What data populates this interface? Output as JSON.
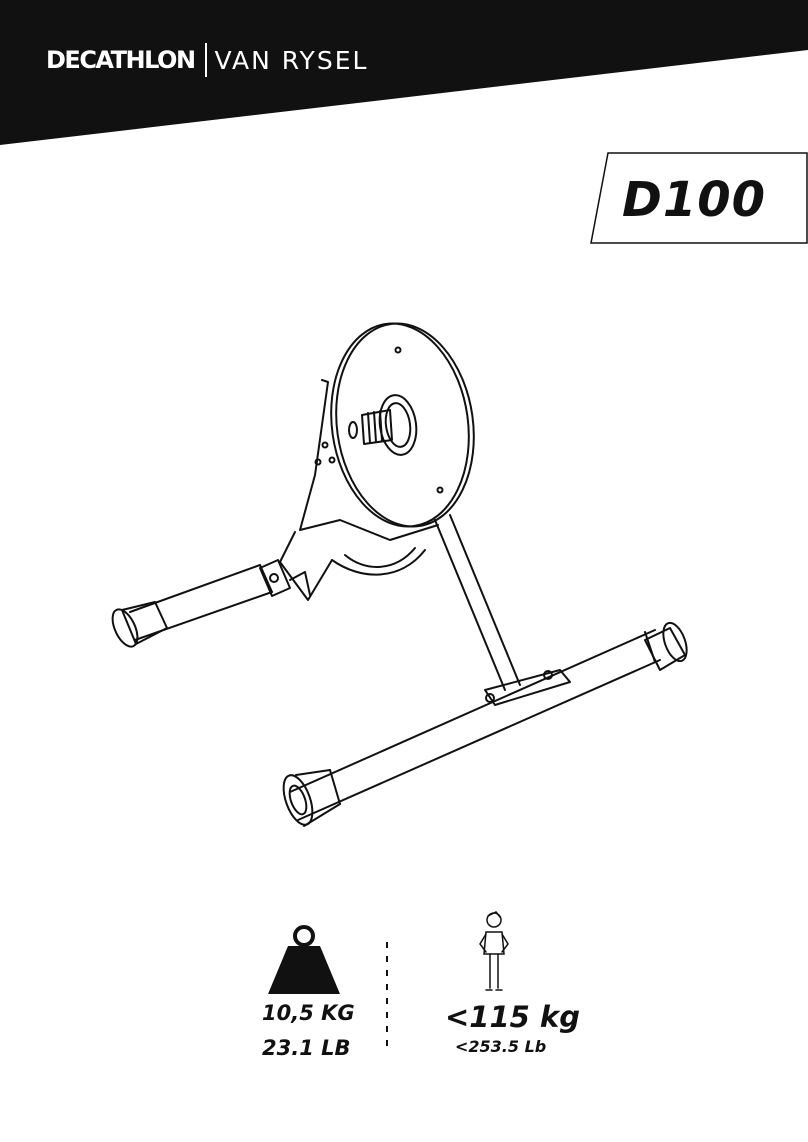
{
  "brand": {
    "primary": "DECATHLON",
    "secondary": "VAN RYSEL"
  },
  "product": {
    "model": "D100"
  },
  "specs": {
    "weight_kg": "10,5 KG",
    "weight_lb": "23.1 LB",
    "max_user_kg": "<115 kg",
    "max_user_lb": "<253.5 Lb"
  },
  "icons": {
    "weight": "weight-icon",
    "user": "user-icon"
  },
  "colors": {
    "banner": "#111111",
    "ink": "#111111",
    "background": "#ffffff"
  }
}
